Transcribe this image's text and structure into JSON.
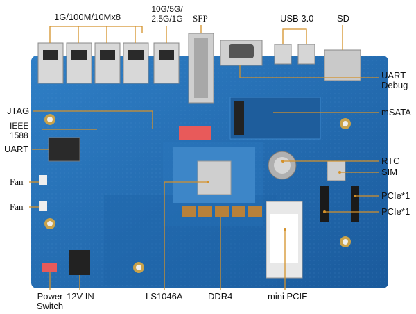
{
  "labels": {
    "eth_copper": "1G/100M/10Mx8",
    "eth_10g_line1": "10G/5G/",
    "eth_10g_line2": "2.5G/1G",
    "sfp": "SFP",
    "usb": "USB 3.0",
    "sd": "SD",
    "uart_debug_line1": "UART",
    "uart_debug_line2": "Debug",
    "msata": "mSATA",
    "jtag": "JTAG",
    "ieee_line1": "IEEE",
    "ieee_line2": "1588",
    "uart": "UART",
    "rtc": "RTC",
    "sim": "SIM",
    "pcie1": "PCIe*1",
    "pcie2": "PCIe*1",
    "fan1": "Fan",
    "fan2": "Fan",
    "power_line1": "Power",
    "power_line2": "Switch",
    "power_in": "12V IN",
    "cpu": "LS1046A",
    "ddr": "DDR4",
    "mini_pcie": "mini PCIE"
  },
  "colors": {
    "leader_line": "#d4912a",
    "board": "#1c5fa0",
    "board_light": "#2b77bd",
    "text": "#111111"
  }
}
